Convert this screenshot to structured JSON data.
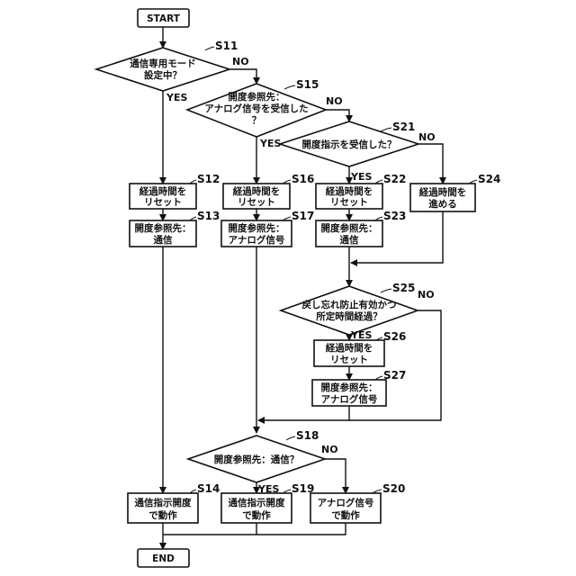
{
  "terminals": {
    "start": "START",
    "end": "END"
  },
  "steps": {
    "S11": {
      "label": "S11",
      "line1": "通信専用モード",
      "line2": "設定中？"
    },
    "S12": {
      "label": "S12",
      "line1": "経過時間を",
      "line2": "リセット"
    },
    "S13": {
      "label": "S13",
      "line1": "開度参照先：",
      "line2": "通信"
    },
    "S14": {
      "label": "S14",
      "line1": "通信指示開度",
      "line2": "で動作"
    },
    "S15": {
      "label": "S15",
      "line1": "開度参照先：",
      "line2": "アナログ信号を受信した",
      "line3": "？"
    },
    "S16": {
      "label": "S16",
      "line1": "経過時間を",
      "line2": "リセット"
    },
    "S17": {
      "label": "S17",
      "line1": "開度参照先：",
      "line2": "アナログ信号"
    },
    "S18": {
      "label": "S18",
      "line1": "開度参照先：通信？"
    },
    "S19": {
      "label": "S19",
      "line1": "通信指示開度",
      "line2": "で動作"
    },
    "S20": {
      "label": "S20",
      "line1": "アナログ信号",
      "line2": "で動作"
    },
    "S21": {
      "label": "S21",
      "line1": "開度指示を受信した？"
    },
    "S22": {
      "label": "S22",
      "line1": "経過時間を",
      "line2": "リセット"
    },
    "S23": {
      "label": "S23",
      "line1": "開度参照先：",
      "line2": "通信"
    },
    "S24": {
      "label": "S24",
      "line1": "経過時間を",
      "line2": "進める"
    },
    "S25": {
      "label": "S25",
      "line1": "戻し忘れ防止有効かつ",
      "line2": "所定時間経過？"
    },
    "S26": {
      "label": "S26",
      "line1": "経過時間を",
      "line2": "リセット"
    },
    "S27": {
      "label": "S27",
      "line1": "開度参照先：",
      "line2": "アナログ信号"
    }
  },
  "branches": {
    "yes": "YES",
    "no": "NO"
  }
}
